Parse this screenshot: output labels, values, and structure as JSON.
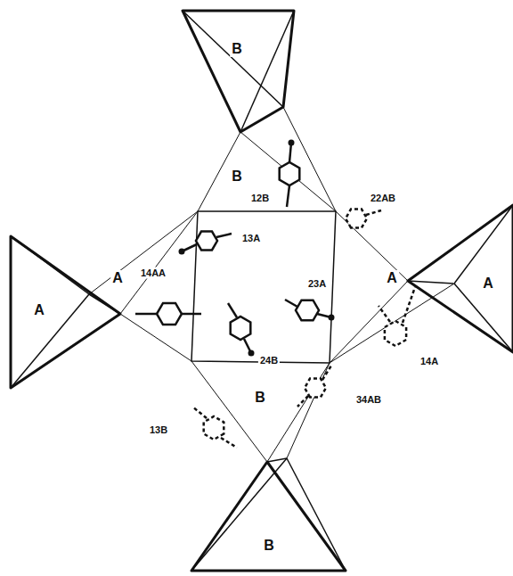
{
  "diagram": {
    "labels": [
      "B",
      "B",
      "12B",
      "22AB",
      "13A",
      "A",
      "14AA",
      "A",
      "23A",
      "A",
      "A",
      "24B",
      "14A",
      "B",
      "34AB",
      "13B",
      "B"
    ]
  }
}
